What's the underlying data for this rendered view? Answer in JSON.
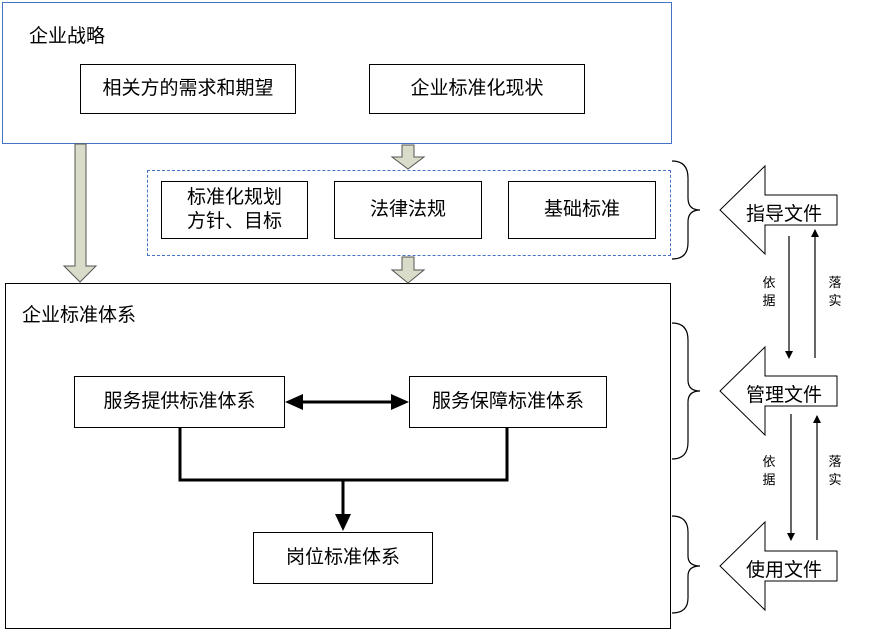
{
  "strategy": {
    "title": "企业战略",
    "needs": "相关方的需求和期望",
    "status": "企业标准化现状"
  },
  "inputs": {
    "policy_line1": "标准化规划",
    "policy_line2": "方针、目标",
    "laws": "法律法规",
    "basic": "基础标准"
  },
  "system": {
    "title": "企业标准体系",
    "service_provision": "服务提供标准体系",
    "service_support": "服务保障标准体系",
    "post": "岗位标准体系"
  },
  "documents": {
    "guide": "指导文件",
    "manage": "管理文件",
    "use": "使用文件"
  },
  "relations": {
    "basis_1": "依据",
    "implement_1": "落实",
    "basis_2": "依据",
    "implement_2": "落实"
  },
  "colors": {
    "strategy_border": "#4472c4",
    "dashed_border": "#4472c4",
    "hollow_arrow_fill": "#d9dcc8",
    "hollow_arrow_stroke": "#555555"
  }
}
